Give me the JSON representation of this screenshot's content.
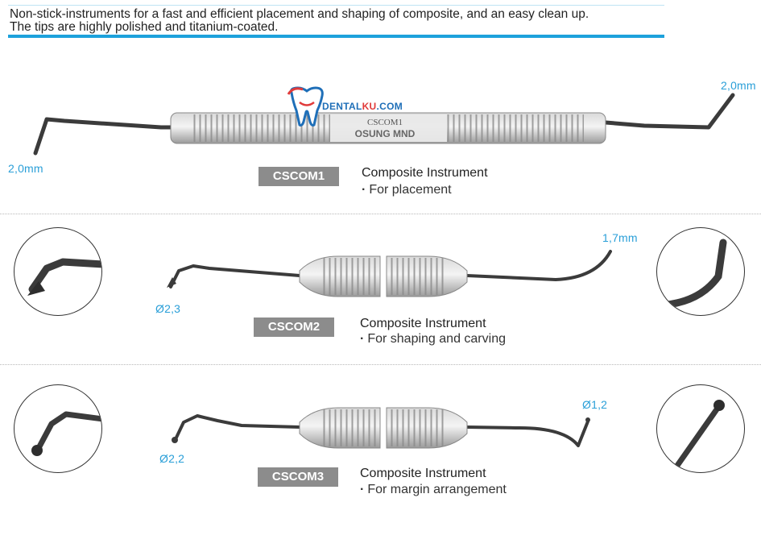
{
  "intro": {
    "line1": "Non-stick-instruments for a fast and efficient placement and shaping of composite, and an easy clean up.",
    "line2": "The tips are highly polished and titanium-coated."
  },
  "logo": {
    "part1": "DENTAL",
    "part2": "KU",
    "part3": ".COM"
  },
  "handle_engraving": {
    "code": "CSCOM1",
    "brand": "OSUNG MND"
  },
  "instruments": [
    {
      "code": "CSCOM1",
      "title": "Composite Instrument",
      "use": "For placement",
      "left_dim": "2,0mm",
      "right_dim": "2,0mm"
    },
    {
      "code": "CSCOM2",
      "title": "Composite Instrument",
      "use": "For shaping and carving",
      "left_dim": "Ø2,3",
      "right_dim": "1,7mm"
    },
    {
      "code": "CSCOM3",
      "title": "Composite Instrument",
      "use": "For margin arrangement",
      "left_dim": "Ø2,2",
      "right_dim": "Ø1,2"
    }
  ],
  "colors": {
    "accent": "#1da1dc",
    "badge": "#8c8c8c",
    "dimension": "#2a9fd8",
    "steel": "#bfbfbf",
    "tip": "#3b3b3b"
  }
}
